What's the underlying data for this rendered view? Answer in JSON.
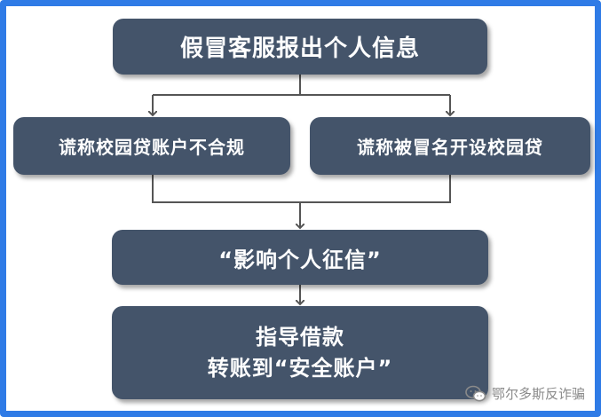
{
  "diagram": {
    "top": "假冒客服报出个人信息",
    "left": "谎称校园贷账户不合规",
    "right": "谎称被冒名开设校园贷",
    "middle": "“影响个人征信”",
    "bottom_line1": "指导借款",
    "bottom_line2": "转账到“安全账户”"
  },
  "watermark": {
    "text": "鄂尔多斯反诈骗",
    "icon": "wechat-icon"
  },
  "colors": {
    "frame": "#2f7be6",
    "box": "#44546a",
    "text": "#ffffff",
    "connector": "#555555"
  }
}
